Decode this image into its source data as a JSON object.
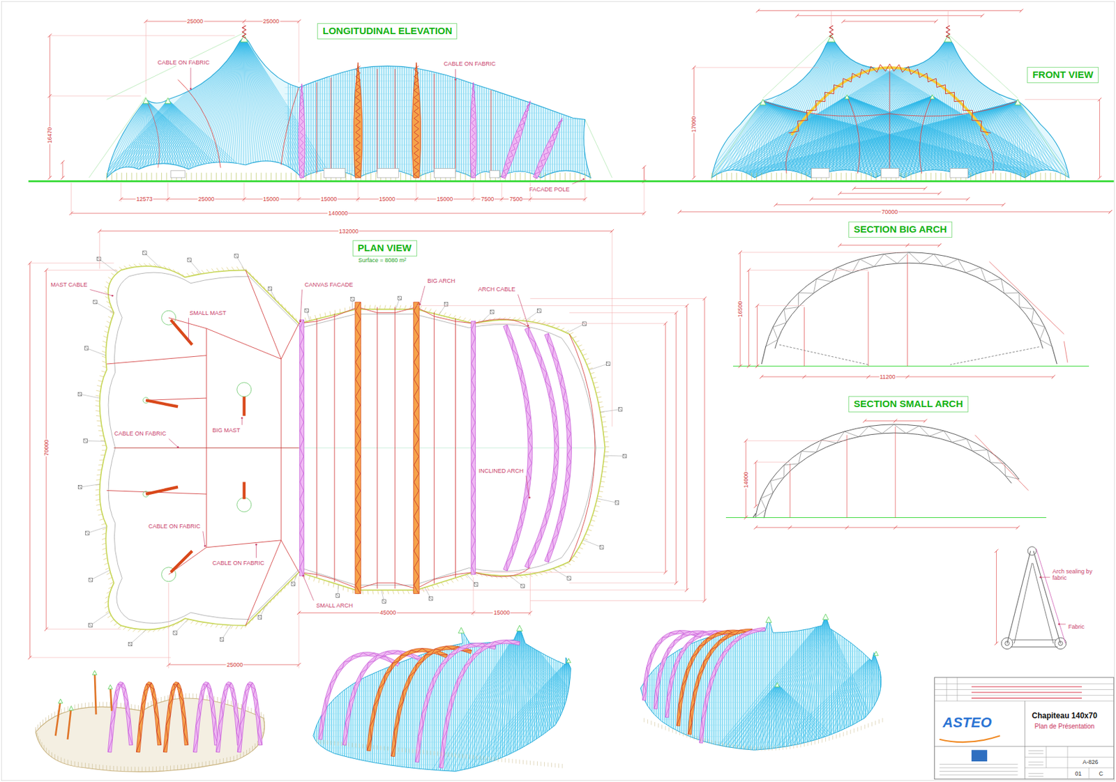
{
  "diagram": {
    "nodes": [
      {
        "text": [
          "LONGITUDINAL ELEVATION"
        ]
      },
      {
        "text": [
          "FRONT VIEW"
        ]
      },
      {
        "text": [
          "PLAN VIEW"
        ]
      },
      {
        "text": [
          "SECTION BIG ARCH"
        ]
      },
      {
        "text": [
          "SECTION SMALL ARCH"
        ]
      },
      {
        "text": [
          "ASTEO"
        ]
      },
      {
        "text": [
          "Chapiteau 140x70",
          "Plan de Présentation"
        ]
      }
    ],
    "labels": [
      "25000",
      "25000",
      "CABLE ON FABRIC",
      "CABLE ON FABRIC",
      "16470",
      "12573",
      "25000",
      "15000",
      "15000",
      "15000",
      "15000",
      "7500",
      "7500",
      "FACADE POLE",
      "140000",
      "17000",
      "70000",
      "Surface = 8080 m²",
      "132000",
      "MAST CABLE",
      "SMALL MAST",
      "BIG MAST",
      "CABLE ON FABRIC",
      "CABLE ON FABRIC",
      "CABLE ON FABRIC",
      "CANVAS FACADE",
      "BIG ARCH",
      "ARCH CABLE",
      "INCLINED ARCH",
      "SMALL ARCH",
      "70000",
      "25000",
      "45000",
      "15000",
      "16500",
      "11200",
      "14000",
      "Arch sealing by fabric",
      "Fabric",
      "A-826",
      "01",
      "C"
    ]
  }
}
